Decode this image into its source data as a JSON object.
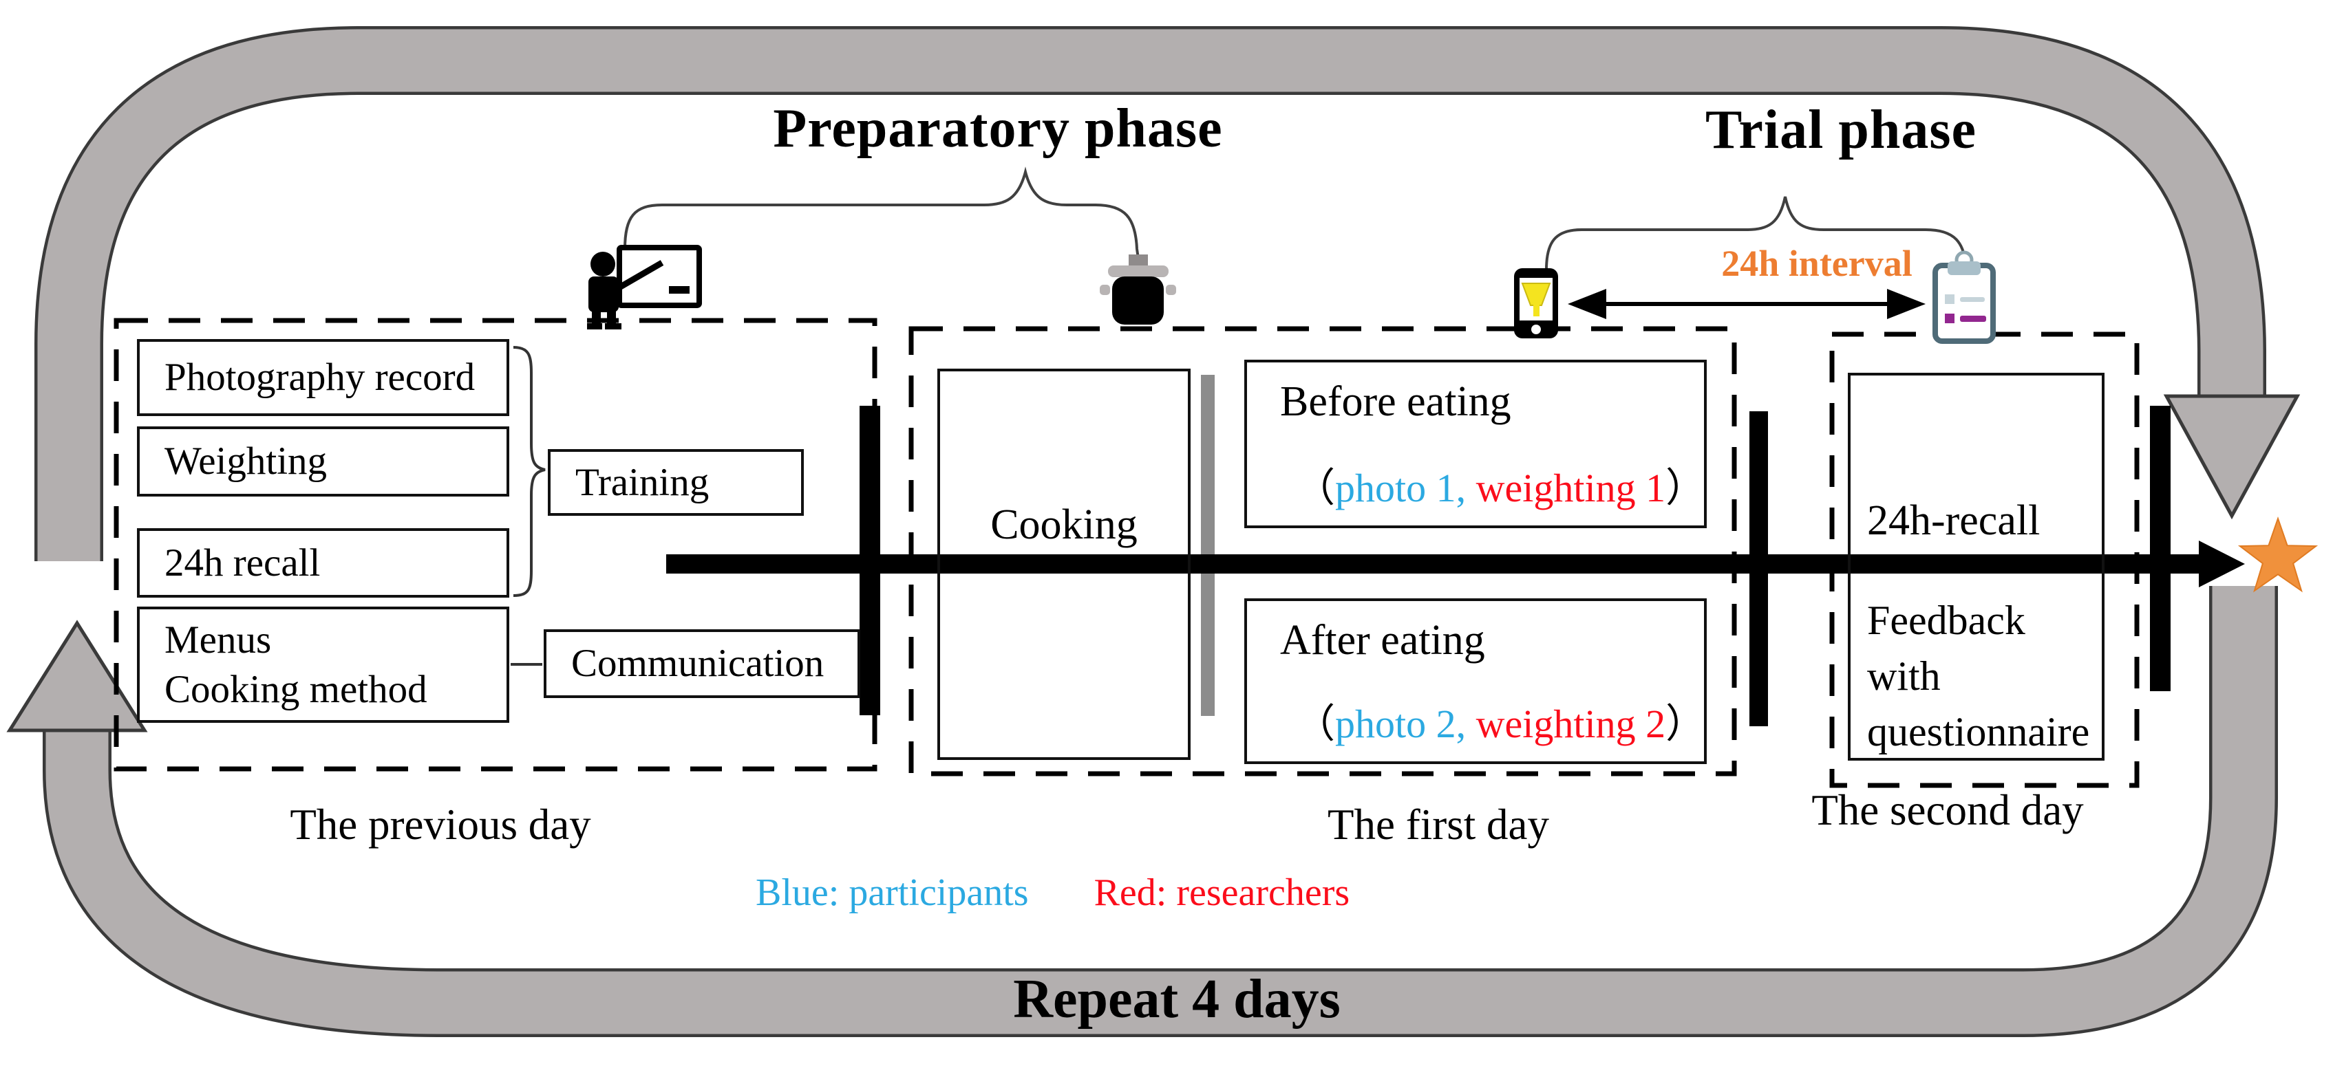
{
  "titles": {
    "preparatory_phase": "Preparatory phase",
    "trial_phase": "Trial phase",
    "interval_label": "24h interval",
    "repeat_label": "Repeat 4 days"
  },
  "previous_day": {
    "day_label": "The previous day",
    "photography_box": "Photography record",
    "weighting_box": "Weighting",
    "recall_box": "24h recall",
    "menus_box": "Menus\nCooking method",
    "training_box": "Training",
    "communication_box": "Communication"
  },
  "first_day": {
    "day_label": "The first day",
    "cooking_box": "Cooking",
    "before_box": {
      "title": "Before eating",
      "open_paren": "（",
      "photo": "photo 1,",
      "weighting": "weighting 1",
      "close_paren": "）"
    },
    "after_box": {
      "title": "After eating",
      "open_paren": "（",
      "photo": "photo 2,",
      "weighting": "weighting 2",
      "close_paren": "）"
    }
  },
  "second_day": {
    "day_label": "The second day",
    "recall_box": "24h-recall",
    "feedback_box": "Feedback with questionnaire"
  },
  "legend": {
    "participants": "Blue: participants",
    "researchers": "Red: researchers"
  },
  "colors": {
    "participants_blue": "#2BA9E1",
    "researchers_red": "#FB0D1B",
    "interval_orange": "#ED7D31",
    "star_orange": "#F0913C",
    "loop_gray": "#B3AFAF",
    "separator_gray": "#8C8C8C",
    "clipboard_frame": "#4F6B78",
    "clipboard_purple": "#92278F",
    "phone_yellow": "#F4E41F"
  },
  "icons": [
    "training-presenter-icon",
    "cooking-pot-icon",
    "camera-phone-icon",
    "questionnaire-clipboard-icon",
    "repeat-loop-arrow",
    "timeline-arrow",
    "end-star-icon"
  ]
}
